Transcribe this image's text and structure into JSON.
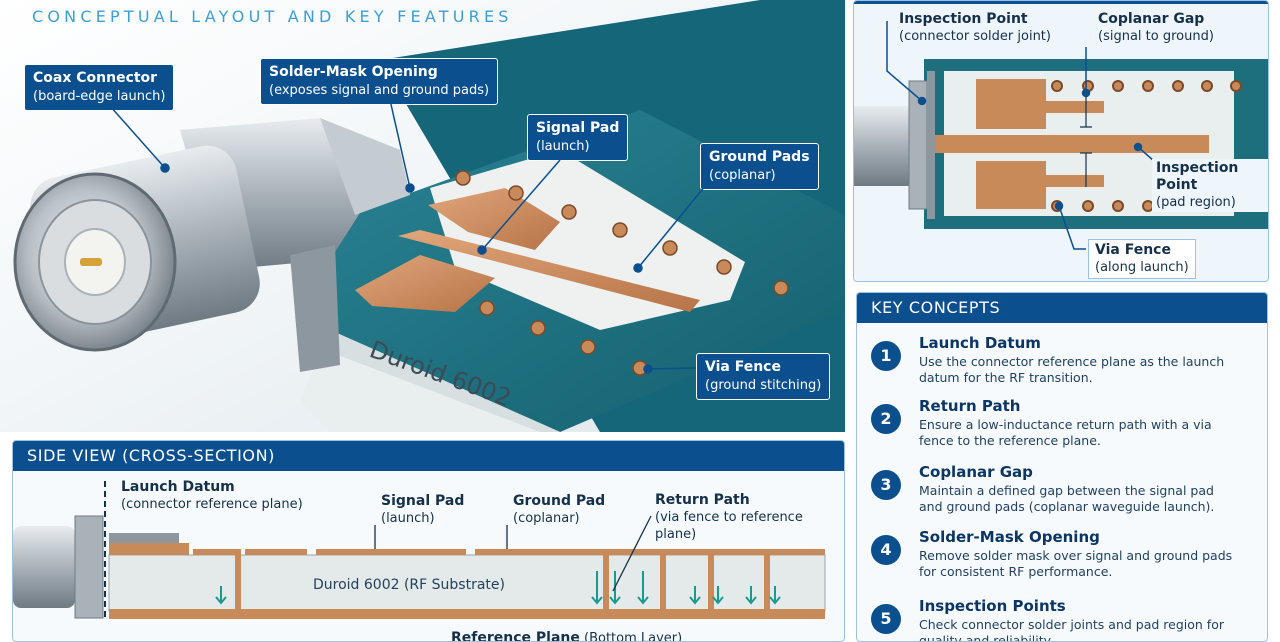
{
  "header": {
    "subtitle": "CONCEPTUAL LAYOUT AND KEY FEATURES"
  },
  "hero": {
    "substrate_label": "Duroid 6002",
    "callouts": {
      "coax": {
        "title": "Coax Connector",
        "detail": "(board-edge launch)"
      },
      "solder_mask": {
        "title": "Solder-Mask Opening",
        "detail": "(exposes signal and ground pads)"
      },
      "signal_pad": {
        "title": "Signal Pad",
        "detail": "(launch)"
      },
      "ground_pads": {
        "title": "Ground Pads",
        "detail": "(coplanar)"
      },
      "via_fence": {
        "title": "Via Fence",
        "detail": "(ground stitching)"
      }
    }
  },
  "top_view": {
    "labels": {
      "inspection_joint": {
        "title": "Inspection Point",
        "detail": "(connector solder joint)"
      },
      "coplanar_gap": {
        "title": "Coplanar Gap",
        "detail": "(signal to ground)"
      },
      "inspection_pad": {
        "title": "Inspection Point",
        "detail": "(pad region)"
      },
      "via_fence": {
        "title": "Via Fence",
        "detail": "(along launch)"
      }
    }
  },
  "side_view": {
    "heading": "SIDE VIEW (CROSS-SECTION)",
    "substrate_label": "Duroid 6002   (RF Substrate)",
    "labels": {
      "launch_datum": {
        "title": "Launch Datum",
        "detail": "(connector reference plane)"
      },
      "signal_pad": {
        "title": "Signal Pad",
        "detail": "(launch)"
      },
      "ground_pad": {
        "title": "Ground Pad",
        "detail": "(coplanar)"
      },
      "return_path": {
        "title": "Return Path",
        "detail": "(via fence to reference plane)"
      },
      "reference_plane": {
        "title": "Reference Plane",
        "detail": "(Bottom Layer)"
      }
    }
  },
  "key_concepts": {
    "heading": "KEY CONCEPTS",
    "items": [
      {
        "num": "1",
        "title": "Launch Datum",
        "desc": "Use the connector reference plane as the launch datum for the RF transition."
      },
      {
        "num": "2",
        "title": "Return Path",
        "desc": "Ensure a low-inductance return path with a via fence to the reference plane."
      },
      {
        "num": "3",
        "title": "Coplanar Gap",
        "desc": "Maintain a defined gap between the signal pad and ground pads (coplanar waveguide launch)."
      },
      {
        "num": "4",
        "title": "Solder-Mask Opening",
        "desc": "Remove solder mask over signal and ground pads for consistent RF performance."
      },
      {
        "num": "5",
        "title": "Inspection Points",
        "desc": "Check connector solder joints and pad region for quality and reliability."
      }
    ]
  },
  "colors": {
    "accent": "#0b4f8f",
    "pcb_green": "#1d6f7e",
    "copper": "#c98a5a",
    "substrate": "#e9eeee"
  }
}
